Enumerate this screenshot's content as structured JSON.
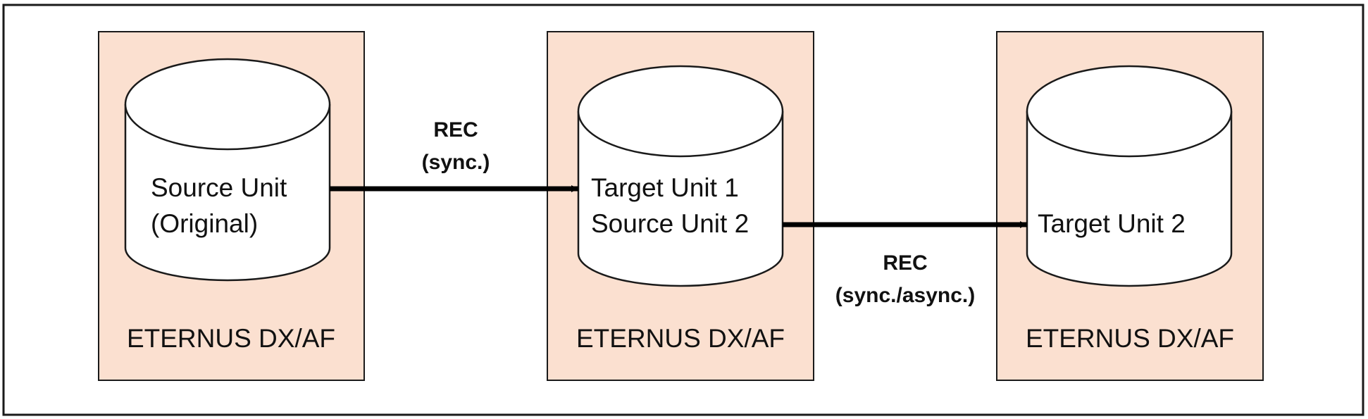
{
  "colors": {
    "frame_border": "#1a1a1a",
    "storage_fill": "#fbe0d0",
    "storage_border": "#1a1a1a",
    "cylinder_fill": "#ffffff",
    "arrow": "#000000"
  },
  "storages": [
    {
      "label": "ETERNUS DX/AF",
      "volume_lines": [
        "Source Unit",
        "(Original)"
      ],
      "icon": "disk-volume-icon"
    },
    {
      "label": "ETERNUS DX/AF",
      "volume_lines": [
        "Target Unit 1",
        "Source Unit 2"
      ],
      "icon": "disk-volume-icon"
    },
    {
      "label": "ETERNUS DX/AF",
      "volume_lines": [
        "Target Unit 2"
      ],
      "icon": "disk-volume-icon"
    }
  ],
  "connections": [
    {
      "from": 0,
      "to": 1,
      "lines": [
        "REC",
        "(sync.)"
      ]
    },
    {
      "from": 1,
      "to": 2,
      "lines": [
        "REC",
        "(sync./async.)"
      ]
    }
  ]
}
